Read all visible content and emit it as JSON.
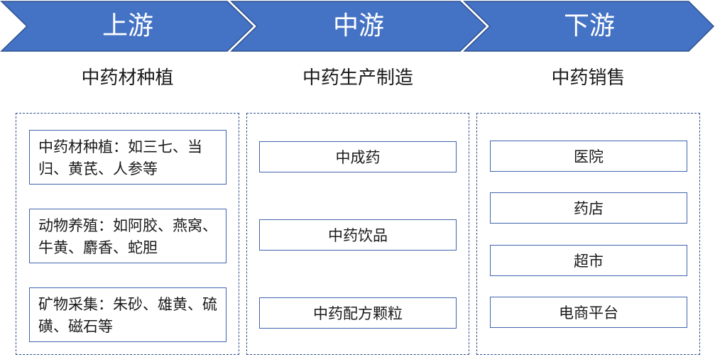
{
  "colors": {
    "chevron_fill": "#4472c4",
    "chevron_stroke": "#2f528f",
    "box_border": "#3f64ad",
    "group_border": "#2e4f8c"
  },
  "stages": [
    {
      "label": "上游",
      "subtitle": "中药材种植",
      "items": [
        "中药材种植：如三七、当归、黄芪、人参等",
        "动物养殖：如阿胶、燕窝、牛黄、麝香、蛇胆",
        "矿物采集：朱砂、雄黄、硫磺、磁石等"
      ]
    },
    {
      "label": "中游",
      "subtitle": "中药生产制造",
      "items": [
        "中成药",
        "中药饮品",
        "中药配方颗粒"
      ]
    },
    {
      "label": "下游",
      "subtitle": "中药销售",
      "items": [
        "医院",
        "药店",
        "超市",
        "电商平台"
      ]
    }
  ]
}
